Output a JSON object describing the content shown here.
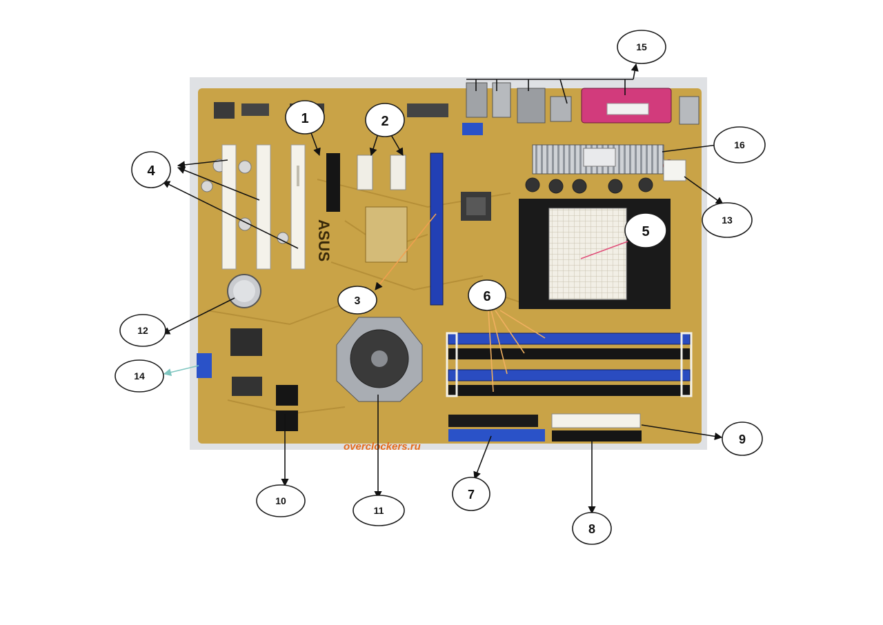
{
  "board": {
    "brand": "ASUS",
    "watermark": "overclockers.ru"
  },
  "colors": {
    "pcb": "#c9a347",
    "pcb_dark": "#a9822e",
    "slot_white": "#f4f2ea",
    "dimm_blue": "#2a4cc0",
    "dimm_black": "#151515",
    "parallel_pink": "#d23b7c",
    "callout_stroke": "#1a1a1a"
  },
  "callouts": [
    {
      "label": "1"
    },
    {
      "label": "2"
    },
    {
      "label": "3"
    },
    {
      "label": "4"
    },
    {
      "label": "5"
    },
    {
      "label": "6"
    },
    {
      "label": "7"
    },
    {
      "label": "8"
    },
    {
      "label": "9"
    },
    {
      "label": "10"
    },
    {
      "label": "11"
    },
    {
      "label": "12"
    },
    {
      "label": "13"
    },
    {
      "label": "14"
    },
    {
      "label": "15"
    },
    {
      "label": "16"
    }
  ]
}
